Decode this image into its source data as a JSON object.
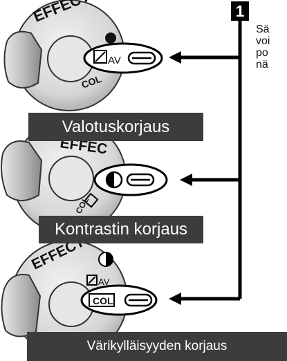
{
  "step_number": "1",
  "side_text_lines": [
    "Sä",
    "voi",
    "po",
    "nä"
  ],
  "dial_markings": {
    "effect": "EFFECT",
    "effect_partial": "EFFEC",
    "av": "AV",
    "col": "COL"
  },
  "labels": {
    "exposure": "Valotuskorjaus",
    "contrast": "Kontrastin korjaus",
    "color": "Värikylläisyyden korjaus"
  }
}
